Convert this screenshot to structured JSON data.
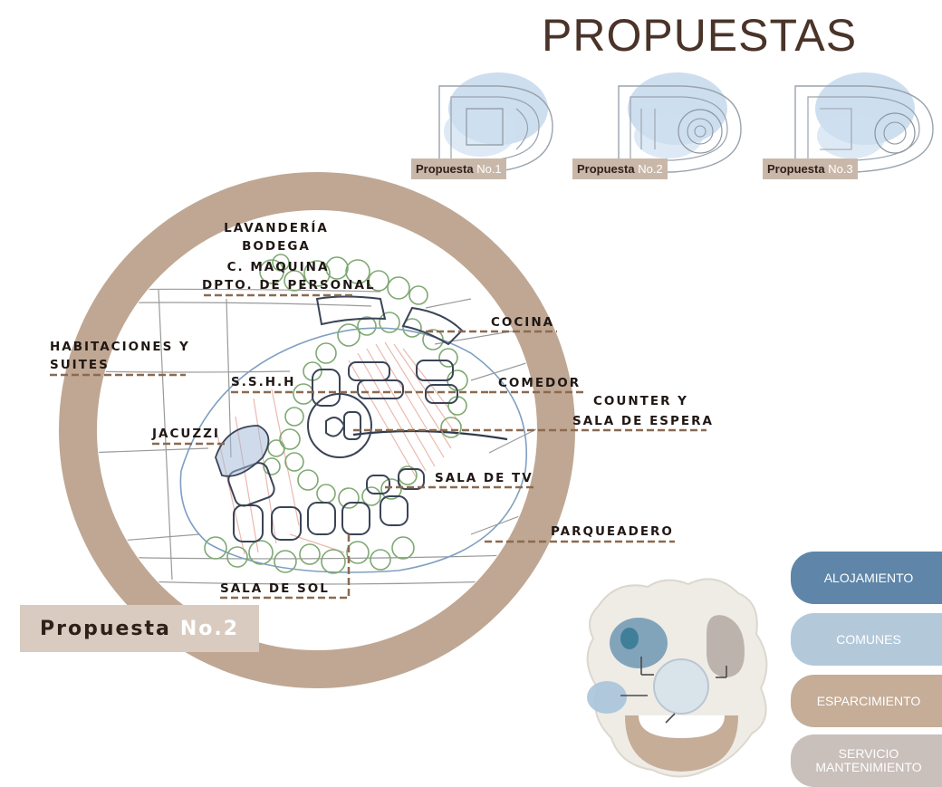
{
  "header": {
    "title": "PROPUESTAS"
  },
  "proposals": [
    {
      "prefix": "Propuesta",
      "number": "No.1"
    },
    {
      "prefix": "Propuesta",
      "number": "No.2"
    },
    {
      "prefix": "Propuesta",
      "number": "No.3"
    }
  ],
  "labels": {
    "lavanderia": "LAVANDERÍA",
    "bodega": "BODEGA",
    "c_maquina": "C. MAQUINA",
    "dpto_personal": "DPTO. DE PERSONAL",
    "cocina": "COCINA",
    "habitaciones_1": "HABITACIONES Y",
    "habitaciones_2": "SUITES",
    "sshh": "S.S.H.H",
    "comedor": "COMEDOR",
    "counter_1": "COUNTER Y",
    "counter_2": "SALA DE ESPERA",
    "jacuzzi": "JACUZZI",
    "sala_tv": "SALA DE TV",
    "parqueadero": "PARQUEADERO",
    "sala_sol": "SALA DE SOL"
  },
  "selected": {
    "prefix": "Propuesta",
    "number": "No.2"
  },
  "legend": [
    {
      "label": "ALOJAMIENTO",
      "color": "#5f86a8"
    },
    {
      "label": "COMUNES",
      "color": "#b3c9da"
    },
    {
      "label": "ESPARCIMIENTO",
      "color": "#c5ad98"
    },
    {
      "label_1": "SERVICIO",
      "label_2": "MANTENIMIENTO",
      "color": "#c9bfbb"
    }
  ],
  "colors": {
    "ring": "#bfa793",
    "sketch_green": "#7fa872",
    "sketch_blue": "#7f9fc2",
    "sketch_pink": "#e8b2a6",
    "sketch_dark": "#3a4456",
    "leader": "#8a6a50"
  }
}
